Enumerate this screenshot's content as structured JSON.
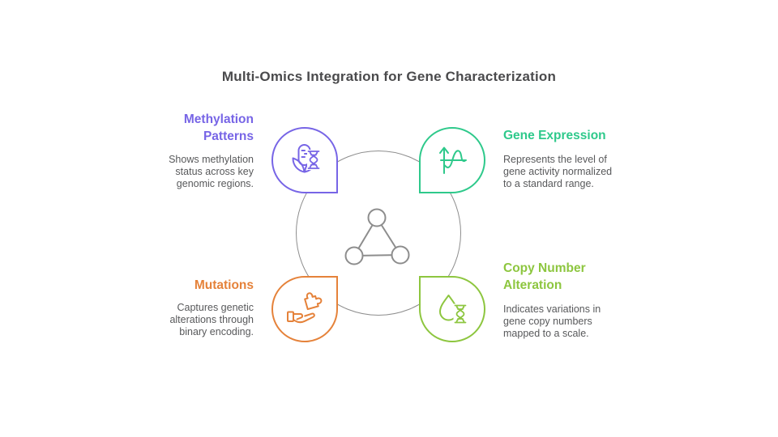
{
  "title": "Multi-Omics Integration for Gene Characterization",
  "colors": {
    "purple": "#7765e6",
    "green": "#2ec98b",
    "orange": "#e5823a",
    "lime": "#8dc63f",
    "desc-gray": "#58595b",
    "title-gray": "#4a4a4c",
    "line-gray": "#8d8d8d"
  },
  "center": {
    "icon": "triangle-network-icon"
  },
  "quadrants": {
    "methylation": {
      "heading_lines": [
        "Methylation",
        "Patterns"
      ],
      "description_lines": [
        "Shows methylation",
        "status across key",
        "genomic regions."
      ],
      "icon": "corn-dna-icon",
      "accent": "#7765e6"
    },
    "expression": {
      "heading_lines": [
        "Gene Expression"
      ],
      "description_lines": [
        "Represents the level of",
        "gene activity normalized",
        "to a standard range."
      ],
      "icon": "arrow-wave-icon",
      "accent": "#2ec98b"
    },
    "mutations": {
      "heading_lines": [
        "Mutations"
      ],
      "description_lines": [
        "Captures genetic",
        "alterations through",
        "binary encoding."
      ],
      "icon": "hand-puzzle-icon",
      "accent": "#e5823a"
    },
    "copy_number": {
      "heading_lines": [
        "Copy Number",
        "Alteration"
      ],
      "description_lines": [
        "Indicates variations in",
        "gene copy numbers",
        "mapped to a scale."
      ],
      "icon": "droplet-dna-icon",
      "accent": "#8dc63f"
    }
  }
}
